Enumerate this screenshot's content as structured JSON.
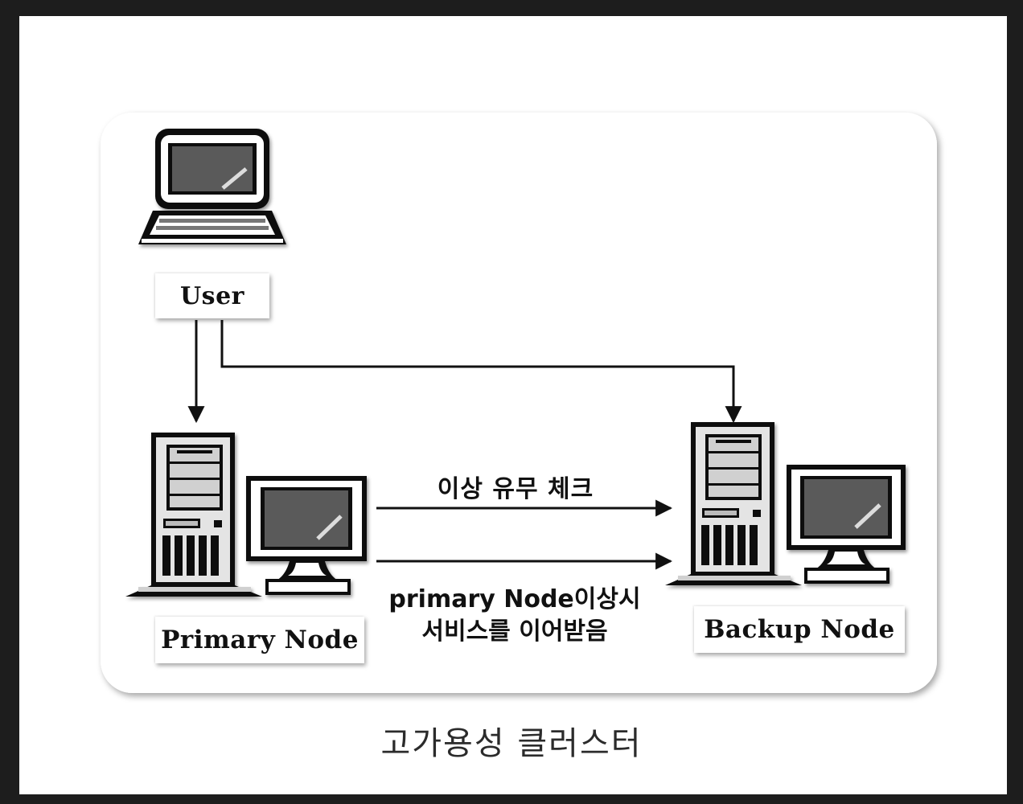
{
  "nodes": {
    "user": {
      "label": "User",
      "icon": "laptop-icon"
    },
    "primary": {
      "label": "Primary Node",
      "icon": "server-computer-icon"
    },
    "backup": {
      "label": "Backup Node",
      "icon": "server-computer-icon"
    }
  },
  "edges": {
    "health_check": {
      "label": "이상 유무 체크"
    },
    "failover": {
      "line1": "primary Node이상시",
      "line2": "서비스를 이어받음"
    }
  },
  "caption": "고가용성 클러스터",
  "colors": {
    "background": "#1d1d1d",
    "panel": "#ffffff",
    "screen": "#5a5a5a",
    "ink": "#111111"
  }
}
